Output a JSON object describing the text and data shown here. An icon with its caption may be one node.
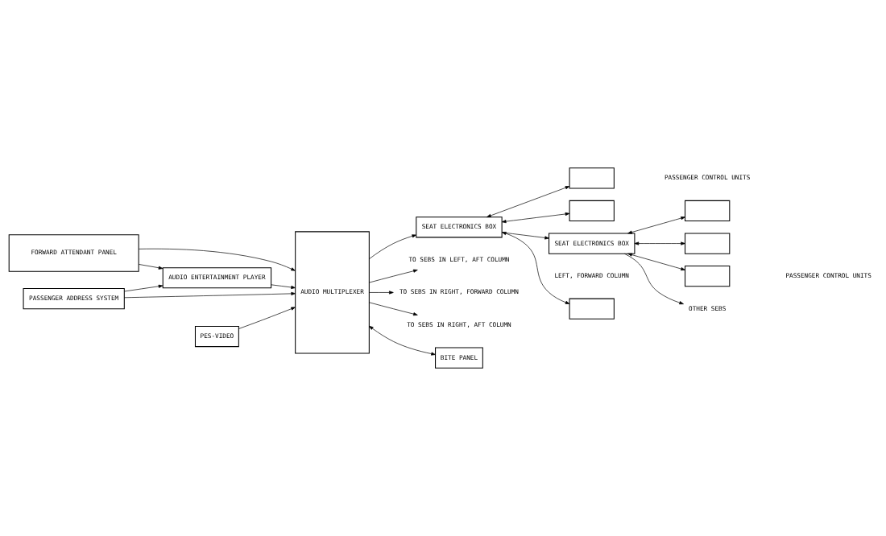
{
  "diagram": {
    "nodes": [
      {
        "text": [
          "FORWARD ATTENDANT PANEL"
        ]
      },
      {
        "text": [
          "AUDIO ENTERTAINMENT PLAYER"
        ]
      },
      {
        "text": [
          "PASSENGER ADDRESS SYSTEM"
        ]
      },
      {
        "text": [
          "PES-VIDEO"
        ]
      },
      {
        "text": [
          "AUDIO MULTIPLEXER"
        ]
      },
      {
        "text": [],
        "shape": "box"
      },
      {
        "text": [],
        "shape": "box"
      },
      {
        "text": [],
        "shape": "box"
      },
      {
        "text": [
          "SEAT ELECTRONICS BOX"
        ]
      },
      {
        "text": [],
        "shape": "box"
      },
      {
        "text": [],
        "shape": "box"
      },
      {
        "text": [],
        "shape": "box"
      },
      {
        "text": [
          "SEAT ELECTRONICS BOX"
        ]
      },
      {
        "text": [
          "OTHER SEBS"
        ]
      },
      {
        "text": [
          "TO SEBS IN LEFT, AFT COLUMN"
        ]
      },
      {
        "text": [
          "TO SEBS IN RIGHT, FORWARD COLUMN"
        ]
      },
      {
        "text": [
          "TO SEBS IN RIGHT, AFT COLUMN"
        ]
      },
      {
        "text": [
          "BITE PANEL"
        ]
      }
    ],
    "edges": [
      {
        "from": 0,
        "to": 1,
        "arrow": "to"
      },
      {
        "from": 0,
        "to": 4,
        "arrow": "to"
      },
      {
        "from": 2,
        "to": 1,
        "arrow": "to"
      },
      {
        "from": 2,
        "to": 4,
        "arrow": "to"
      },
      {
        "from": 1,
        "to": 4,
        "arrow": "to"
      },
      {
        "from": 3,
        "to": 4,
        "arrow": "to"
      },
      {
        "from": 4,
        "to": 8,
        "arrow": "to"
      },
      {
        "from": 8,
        "to": 5,
        "arrow": "both"
      },
      {
        "from": 8,
        "to": 6,
        "arrow": "both"
      },
      {
        "from": 8,
        "to": 7,
        "arrow": "both"
      },
      {
        "from": 8,
        "to": 12,
        "arrow": "to"
      },
      {
        "from": 12,
        "to": 9,
        "arrow": "both"
      },
      {
        "from": 12,
        "to": 10,
        "arrow": "both"
      },
      {
        "from": 12,
        "to": 11,
        "arrow": "both"
      },
      {
        "from": 12,
        "to": 13,
        "arrow": "to"
      },
      {
        "from": 4,
        "to": 14,
        "arrow": "to"
      },
      {
        "from": 4,
        "to": 15,
        "arrow": "to"
      },
      {
        "from": 4,
        "to": 16,
        "arrow": "to"
      },
      {
        "from": 4,
        "to": 17,
        "arrow": "both"
      }
    ],
    "labels": [
      "LEFT, FORWARD COLUMN",
      "PASSENGER CONTROL UNITS",
      "PASSENGER CONTROL UNITS"
    ]
  }
}
